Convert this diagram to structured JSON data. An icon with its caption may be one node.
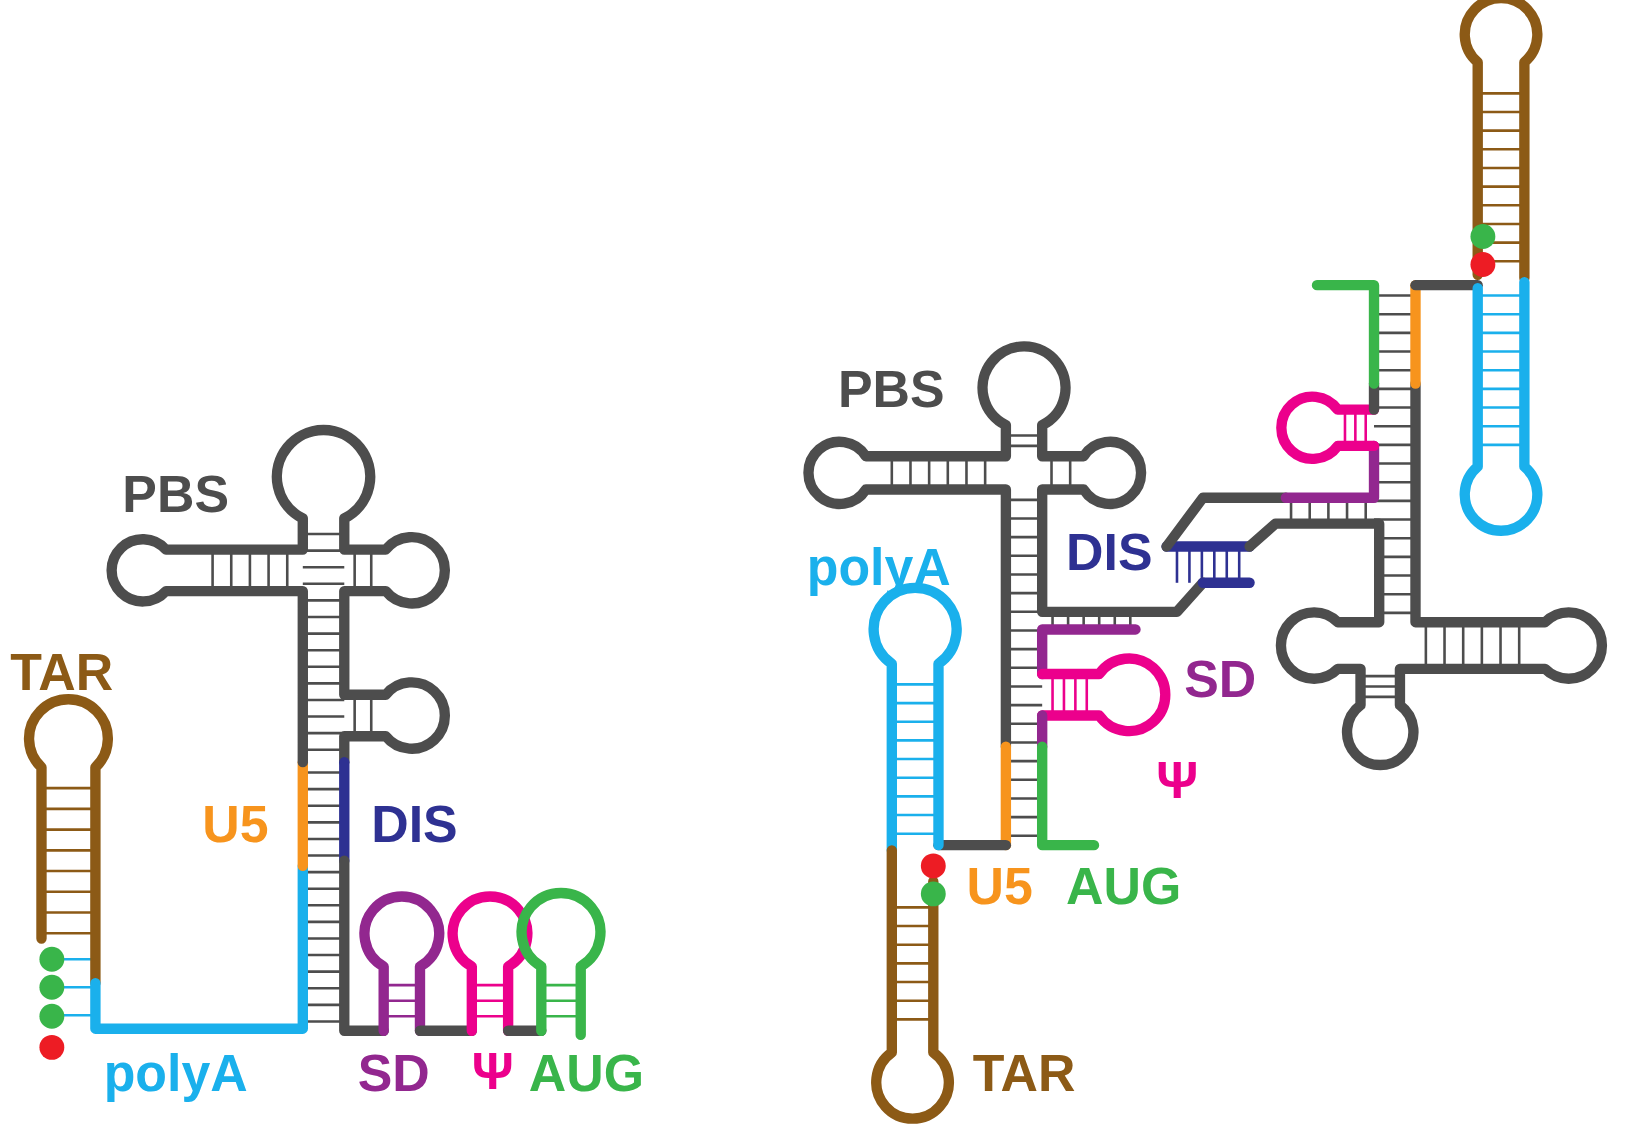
{
  "diagram": {
    "labels": [
      "PBS",
      "TAR",
      "U5",
      "DIS",
      "polyA",
      "SD",
      "Ψ",
      "AUG",
      "PBS",
      "polyA",
      "DIS",
      "SD",
      "Ψ",
      "U5",
      "AUG",
      "TAR"
    ]
  }
}
